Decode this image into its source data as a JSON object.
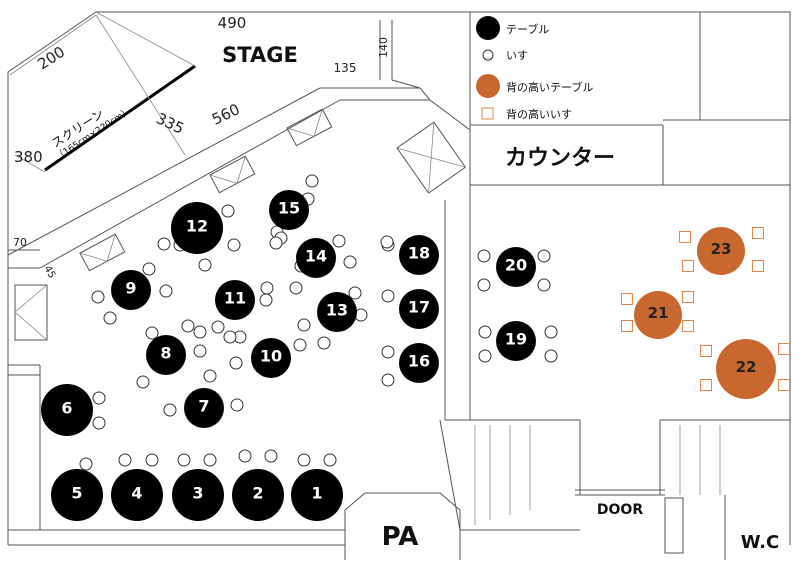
{
  "labels": {
    "stage": "STAGE",
    "counter": "カウンター",
    "pa": "PA",
    "door": "DOOR",
    "wc": "W.C",
    "screen": "スクリーン",
    "screen_size": "（165cm×220cm）"
  },
  "dimensions": {
    "d490": "490",
    "d200": "200",
    "d140": "140",
    "d135": "135",
    "d335": "335",
    "d560": "560",
    "d380": "380",
    "d70": "70",
    "d45": "45"
  },
  "legend": [
    {
      "label": "テーブル",
      "icon": "table-icon"
    },
    {
      "label": "いす",
      "icon": "chair-icon"
    },
    {
      "label": "背の高いテーブル",
      "icon": "high-table-icon",
      "color": "#C8682F"
    },
    {
      "label": "背の高いいす",
      "icon": "high-chair-icon",
      "color": "#C8682F"
    }
  ],
  "colors": {
    "table": "#000000",
    "high_table": "#C8682F",
    "high_chair": "#E8844A"
  },
  "tables": [
    {
      "num": "1",
      "type": "table"
    },
    {
      "num": "2",
      "type": "table"
    },
    {
      "num": "3",
      "type": "table"
    },
    {
      "num": "4",
      "type": "table"
    },
    {
      "num": "5",
      "type": "table"
    },
    {
      "num": "6",
      "type": "table"
    },
    {
      "num": "7",
      "type": "table"
    },
    {
      "num": "8",
      "type": "table"
    },
    {
      "num": "9",
      "type": "table"
    },
    {
      "num": "10",
      "type": "table"
    },
    {
      "num": "11",
      "type": "table"
    },
    {
      "num": "12",
      "type": "table"
    },
    {
      "num": "13",
      "type": "table"
    },
    {
      "num": "14",
      "type": "table"
    },
    {
      "num": "15",
      "type": "table"
    },
    {
      "num": "16",
      "type": "table"
    },
    {
      "num": "17",
      "type": "table"
    },
    {
      "num": "18",
      "type": "table"
    },
    {
      "num": "19",
      "type": "table"
    },
    {
      "num": "20",
      "type": "table"
    },
    {
      "num": "21",
      "type": "high"
    },
    {
      "num": "22",
      "type": "high"
    },
    {
      "num": "23",
      "type": "high"
    }
  ]
}
